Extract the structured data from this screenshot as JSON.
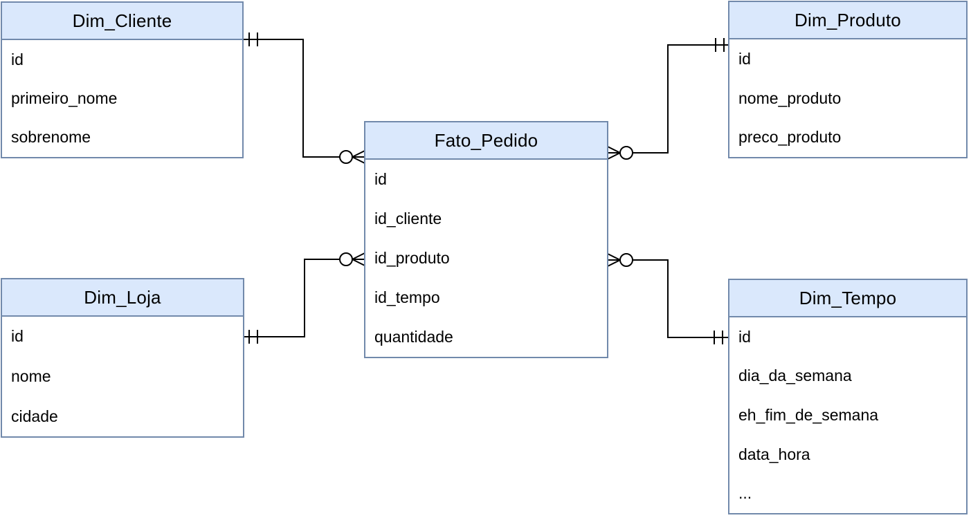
{
  "diagram": {
    "type": "entity-relationship-star-schema",
    "colors": {
      "header_fill": "#dae8fc",
      "body_fill": "#ffffff",
      "table_border": "#7189ab",
      "connector_line": "#000000",
      "text": "#000000"
    },
    "tables": [
      {
        "key": "dim_cliente",
        "name": "Dim_Cliente",
        "fields": [
          "id",
          "primeiro_nome",
          "sobrenome"
        ]
      },
      {
        "key": "dim_produto",
        "name": "Dim_Produto",
        "fields": [
          "id",
          "nome_produto",
          "preco_produto"
        ]
      },
      {
        "key": "fato_pedido",
        "name": "Fato_Pedido",
        "fields": [
          "id",
          "id_cliente",
          "id_produto",
          "id_tempo",
          "quantidade"
        ]
      },
      {
        "key": "dim_loja",
        "name": "Dim_Loja",
        "fields": [
          "id",
          "nome",
          "cidade"
        ]
      },
      {
        "key": "dim_tempo",
        "name": "Dim_Tempo",
        "fields": [
          "id",
          "dia_da_semana",
          "eh_fim_de_semana",
          "data_hora",
          "..."
        ]
      }
    ],
    "relationships": [
      {
        "from": "Dim_Cliente",
        "to": "Fato_Pedido",
        "from_cardinality": "one-and-only-one",
        "to_cardinality": "zero-or-many"
      },
      {
        "from": "Dim_Produto",
        "to": "Fato_Pedido",
        "from_cardinality": "one-and-only-one",
        "to_cardinality": "zero-or-many"
      },
      {
        "from": "Dim_Loja",
        "to": "Fato_Pedido",
        "from_cardinality": "one-and-only-one",
        "to_cardinality": "zero-or-many"
      },
      {
        "from": "Dim_Tempo",
        "to": "Fato_Pedido",
        "from_cardinality": "one-and-only-one",
        "to_cardinality": "zero-or-many"
      }
    ]
  }
}
